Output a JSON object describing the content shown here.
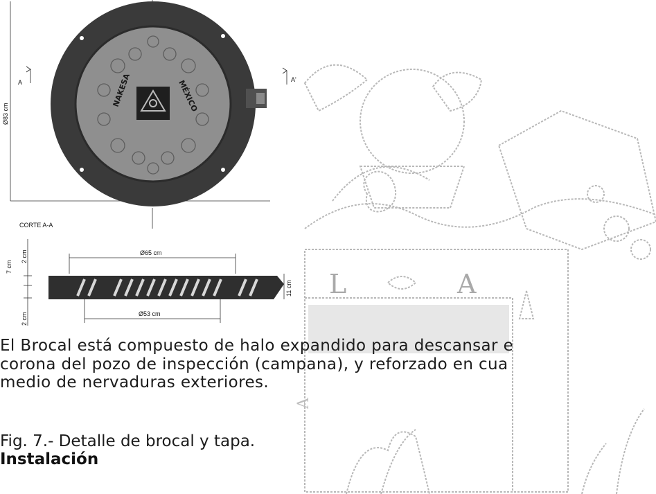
{
  "drawing": {
    "plan_diameter_label": "Ø83 cm",
    "plan_cut_left": "A",
    "plan_cut_right": "A'",
    "lid_text_top": "NAKESA",
    "lid_text_right": "MÉXICO",
    "section_title": "CORTE A-A",
    "section_top_diameter": "Ø65 cm",
    "section_bottom_diameter": "Ø53 cm",
    "section_total_height": "7 cm",
    "section_top_offset": "2 cm",
    "section_bottom_offset": "2 cm",
    "section_right_height": "11 cm"
  },
  "watermark": {
    "letters_left": "L",
    "letters_right": "A",
    "letter_vertical": "A"
  },
  "text": {
    "paragraph_line1": "El Brocal está compuesto de halo expandido para descansar e",
    "paragraph_line2": "corona del pozo de inspección (campana), y reforzado en cua",
    "paragraph_line3": "medio de nervaduras exteriores.",
    "figure_caption": "Fig. 7.- Detalle de brocal y tapa.",
    "section_heading": "Instalación"
  }
}
